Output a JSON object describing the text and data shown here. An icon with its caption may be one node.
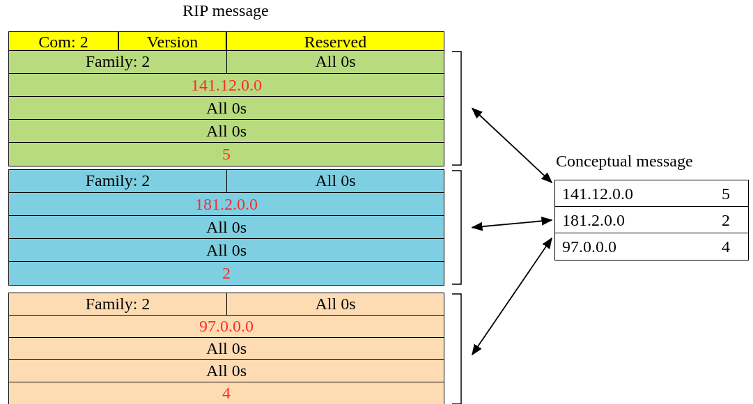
{
  "diagram": {
    "nodes": [
      {
        "text": [
          "RIP message"
        ]
      },
      {
        "text": [
          "Com: 2",
          "Version",
          "Reserved"
        ],
        "in": 0
      },
      {
        "text": [
          "Family: 2",
          "All 0s",
          "141.12.0.0",
          "All 0s",
          "All 0s",
          "5"
        ],
        "in": 0
      },
      {
        "text": [
          "Family: 2",
          "All 0s",
          "181.2.0.0",
          "All 0s",
          "All 0s",
          "2"
        ],
        "in": 0
      },
      {
        "text": [
          "Family: 2",
          "All 0s",
          "97.0.0.0",
          "All 0s",
          "All 0s",
          "4"
        ],
        "in": 0
      },
      {
        "text": [
          "Conceptual message"
        ]
      },
      {
        "text": [
          "141.12.0.0",
          "5"
        ],
        "in": 5
      },
      {
        "text": [
          "181.2.0.0",
          "2"
        ],
        "in": 5
      },
      {
        "text": [
          "97.0.0.0",
          "4"
        ],
        "in": 5
      }
    ],
    "edges": [
      {
        "from": 2,
        "to": 6,
        "arrow": "both"
      },
      {
        "from": 3,
        "to": 7,
        "arrow": "both"
      },
      {
        "from": 4,
        "to": 8,
        "arrow": "both"
      }
    ]
  }
}
